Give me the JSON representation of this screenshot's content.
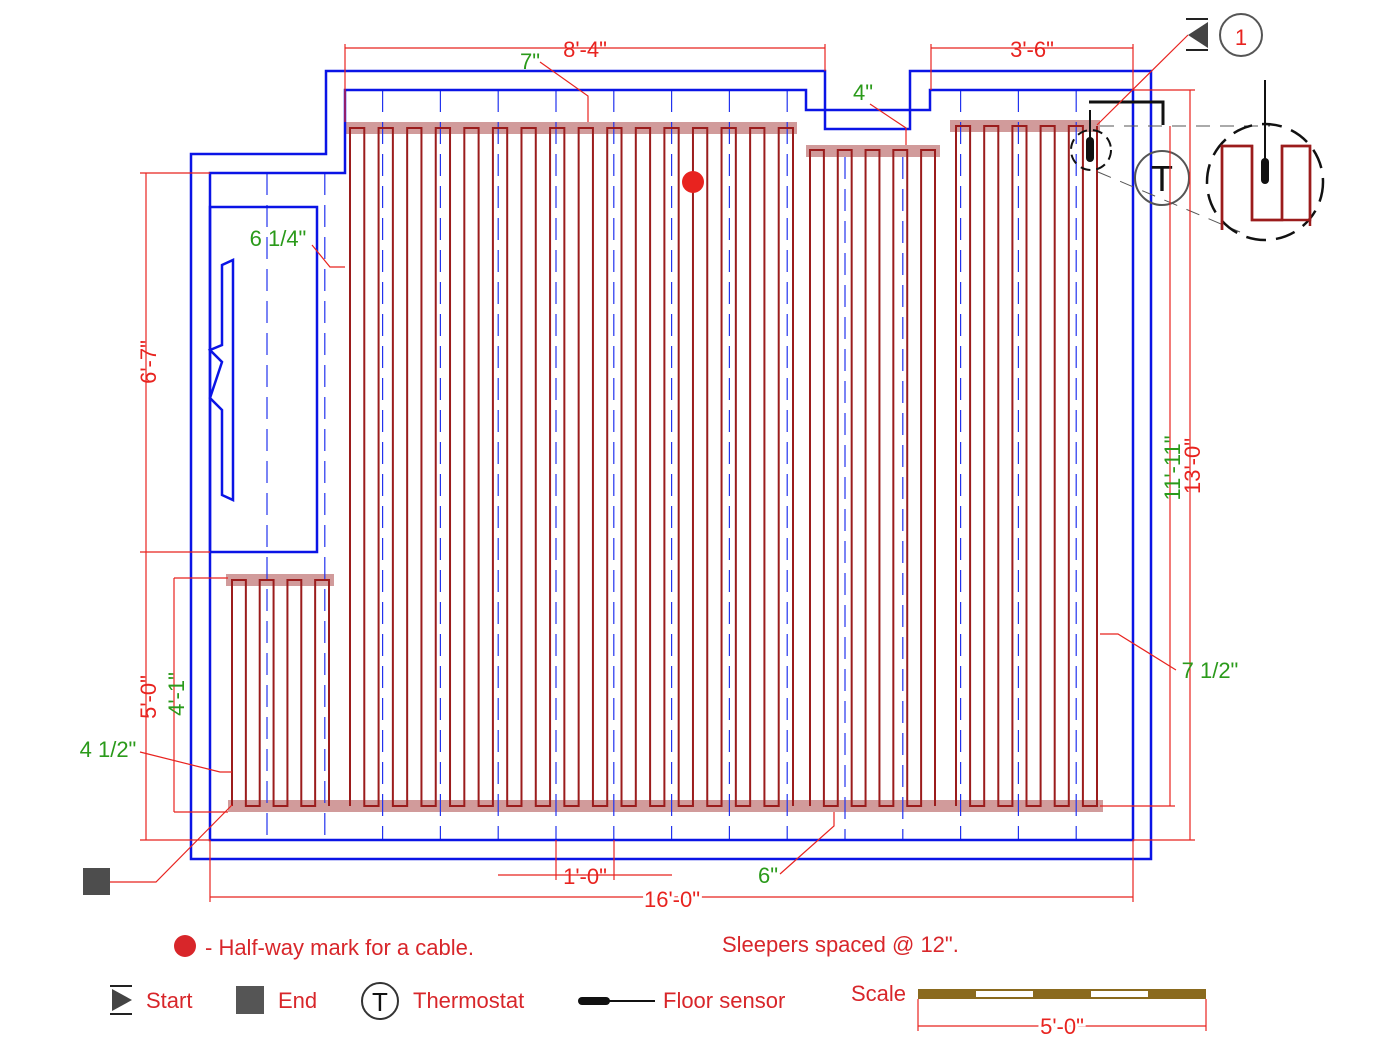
{
  "diagram": {
    "title_callout": "1",
    "thermostat_glyph": "T",
    "dimensions": {
      "top_main": "8'-4\"",
      "top_right": "3'-6\"",
      "cable_offset_top": "7\"",
      "notch_offset": "4\"",
      "closet_offset": "6 1/4\"",
      "left_upper": "6'-7\"",
      "left_lower": "5'-0\"",
      "left_lower_inner": "4'-1\"",
      "bottom_left_offset": "4 1/2\"",
      "right_inner": "11'-11\"",
      "right_outer": "13'-0\"",
      "right_offset": "7 1/2\"",
      "sleeper_spacing": "1'-0\"",
      "bottom_total": "16'-0\"",
      "bottom_offset": "6\""
    }
  },
  "notes": {
    "halfway": "- Half-way mark for a cable.",
    "sleepers": "Sleepers spaced @ 12\"."
  },
  "legend": {
    "start": "Start",
    "end": "End",
    "thermostat": "Thermostat",
    "thermostat_glyph": "T",
    "floor_sensor": "Floor sensor",
    "scale": "Scale",
    "scale_length": "5'-0\""
  },
  "colors": {
    "wall": "#0a14e6",
    "cable": "#9b1c1c",
    "dimension": "#e8231f",
    "offset_dimension": "#2a9a1a"
  }
}
